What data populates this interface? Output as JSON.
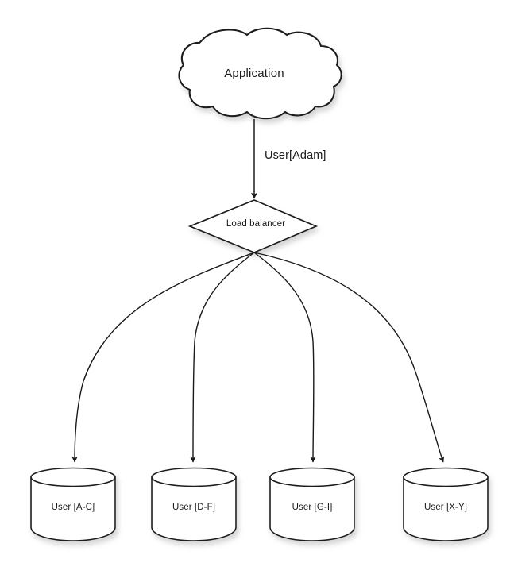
{
  "diagram": {
    "background_color": "#ffffff",
    "stroke_color": "#1a1a1a",
    "fill_color": "#ffffff",
    "shadow_color": "#9a9a9a",
    "nodes": {
      "cloud": {
        "label": "Application",
        "shape": "cloud-icon"
      },
      "balancer": {
        "label": "Load balancer",
        "shape": "diamond-icon"
      },
      "databases": [
        {
          "label": "User [A-C]",
          "shape": "cylinder-icon"
        },
        {
          "label": "User [D-F]",
          "shape": "cylinder-icon"
        },
        {
          "label": "User [G-I]",
          "shape": "cylinder-icon"
        },
        {
          "label": "User [X-Y]",
          "shape": "cylinder-icon"
        }
      ]
    },
    "edges": {
      "app_to_balancer_label": "User[Adam]"
    }
  }
}
